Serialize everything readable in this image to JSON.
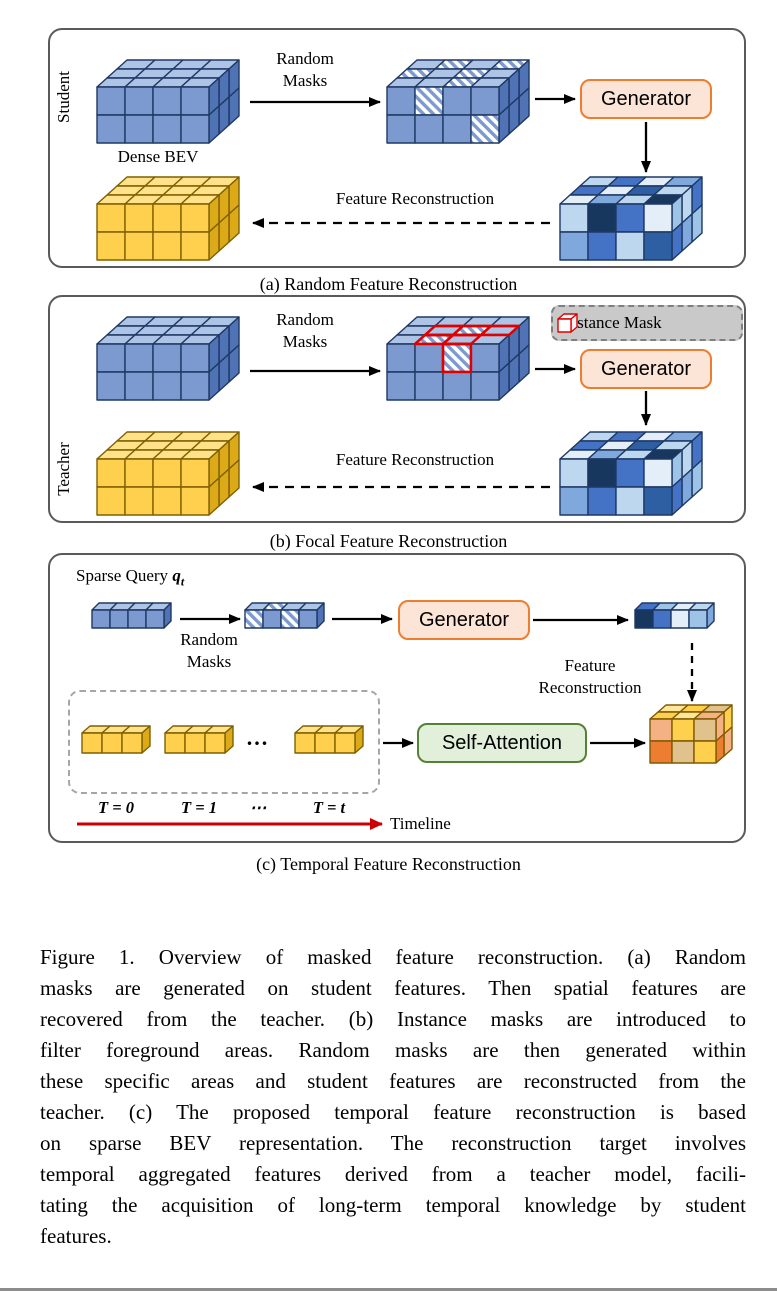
{
  "panel_a": {
    "side_label": "Student",
    "random_masks": {
      "line1": "Random",
      "line2": "Masks"
    },
    "dense_bev_label": "Dense BEV",
    "generator_label": "Generator",
    "feature_reconstruction_label": "Feature Reconstruction",
    "caption": "(a) Random Feature Reconstruction"
  },
  "panel_b": {
    "side_label": "Teacher",
    "random_masks": {
      "line1": "Random",
      "line2": "Masks"
    },
    "instance_mask_label": "Instance Mask",
    "generator_label": "Generator",
    "feature_reconstruction_label": "Feature Reconstruction",
    "caption": "(b) Focal Feature Reconstruction"
  },
  "panel_c": {
    "sparse_query_label": "Sparse Query",
    "sparse_query_symbol": "q",
    "sparse_query_subscript": "t",
    "random_masks": {
      "line1": "Random",
      "line2": "Masks"
    },
    "generator_label": "Generator",
    "feature_reconstruction": {
      "line1": "Feature",
      "line2": "Reconstruction"
    },
    "self_attention_label": "Self-Attention",
    "ellipsis": "...",
    "timestep_labels": [
      "T = 0",
      "T = 1",
      "⋯",
      "T = t"
    ],
    "timeline_label": "Timeline",
    "caption": "(c) Temporal Feature Reconstruction"
  },
  "figure_caption_lines": [
    "Figure 1. Overview of masked feature reconstruction. (a) Random",
    "masks are generated on student features. Then spatial features are",
    "recovered from the teacher. (b) Instance masks are introduced to",
    "filter foreground areas. Random masks are then generated within",
    "these specific areas and student features are reconstructed from the",
    "teacher. (c) The proposed temporal feature reconstruction is based",
    "on sparse BEV representation. The reconstruction target involves",
    "temporal aggregated features derived from a teacher model, facili-",
    "tating the acquisition of long-term temporal knowledge by student",
    "features."
  ],
  "colors": {
    "blue_front": "#7D9AD0",
    "blue_top": "#AEC4E6",
    "blue_side": "#4F73B4",
    "blue_outline": "#1F3864",
    "yellow_front": "#FFD04D",
    "yellow_top": "#FFE289",
    "yellow_side": "#DCA918",
    "yellow_outline": "#7F6000",
    "recon_blues": [
      "#17375E",
      "#2E5FA3",
      "#4472C4",
      "#7FA8DC",
      "#9DC3E6",
      "#BDD7EE",
      "#E3EEF9"
    ],
    "recon_warm": [
      "#C55A11",
      "#ED7D31",
      "#F4B183",
      "#FFD04D",
      "#FFE699",
      "#E2C28C",
      "#BF8F00"
    ],
    "mask_red": "#E00000",
    "timeline_red": "#CC0000",
    "generator_fill": "#FCE4D6",
    "generator_border": "#ED7D31",
    "attention_fill": "#E2EFDA",
    "attention_border": "#538135",
    "instance_box_fill": "#C9C9C9",
    "instance_box_border": "#7F7F7F",
    "arrow_black": "#000000"
  }
}
